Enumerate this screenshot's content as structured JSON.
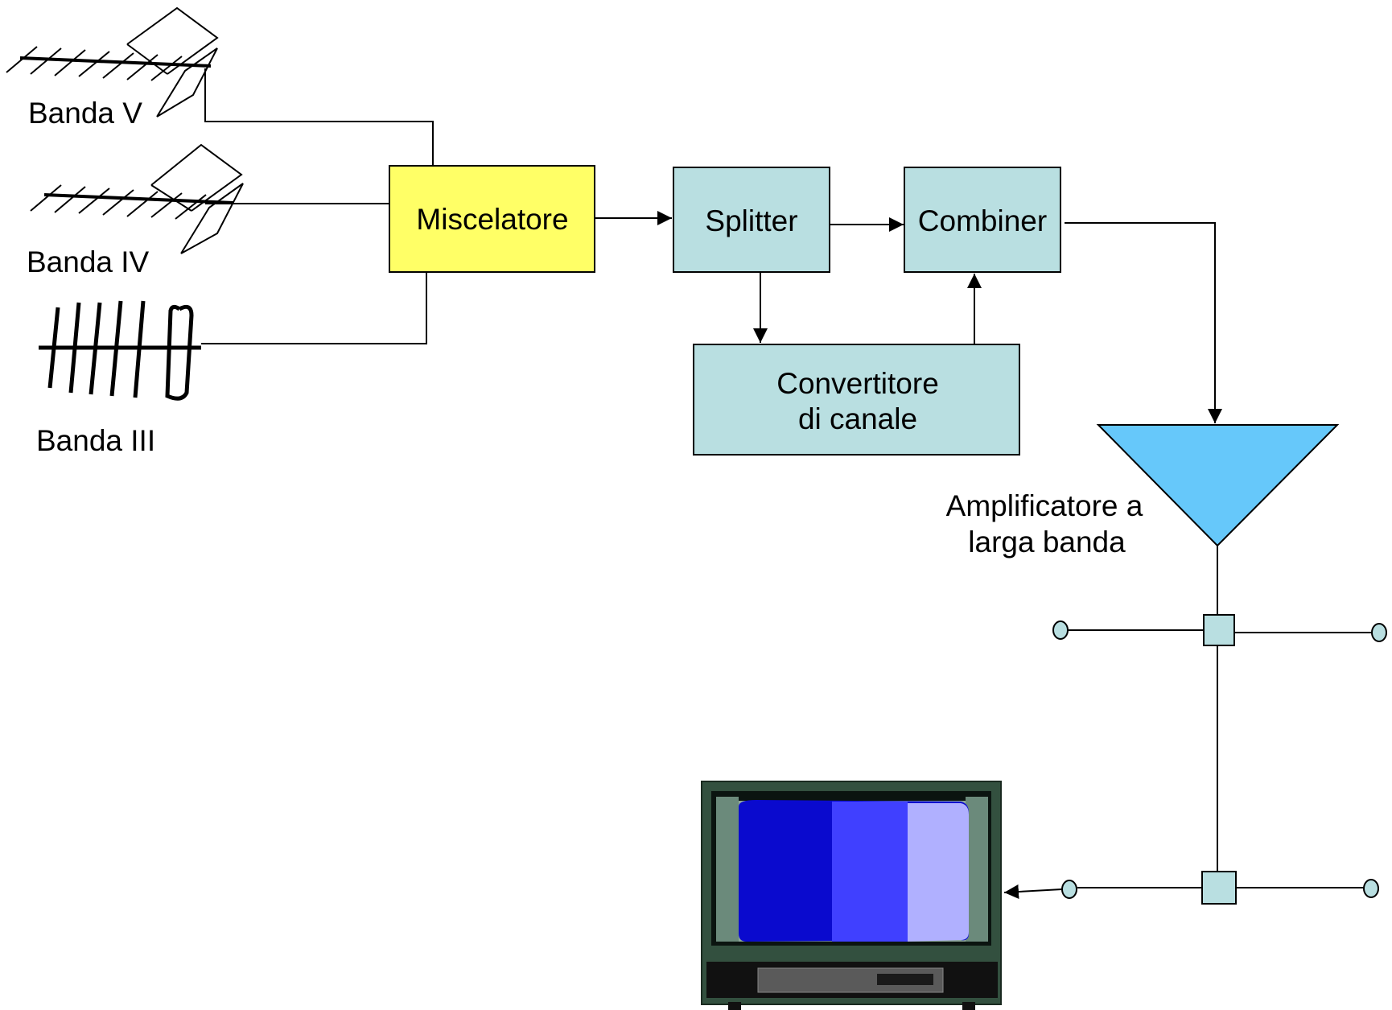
{
  "antennas": {
    "banda_v": "Banda V",
    "banda_iv": "Banda IV",
    "banda_iii": "Banda III"
  },
  "blocks": {
    "miscelatore": "Miscelatore",
    "splitter": "Splitter",
    "combiner": "Combiner",
    "convertitore_line1": "Convertitore",
    "convertitore_line2": "di canale"
  },
  "amplifier": {
    "line1": "Amplificatore a",
    "line2": "larga banda"
  },
  "colors": {
    "miscelatore_fill": "#ffff66",
    "block_fill": "#b9dfe1",
    "amplifier_fill": "#66c8fa",
    "tap_fill": "#b9dfe1",
    "tv_frame": "#33503f",
    "tv_screen_left": "#0a0ace",
    "tv_screen_mid": "#4040ff",
    "tv_screen_right": "#b0b0ff"
  }
}
